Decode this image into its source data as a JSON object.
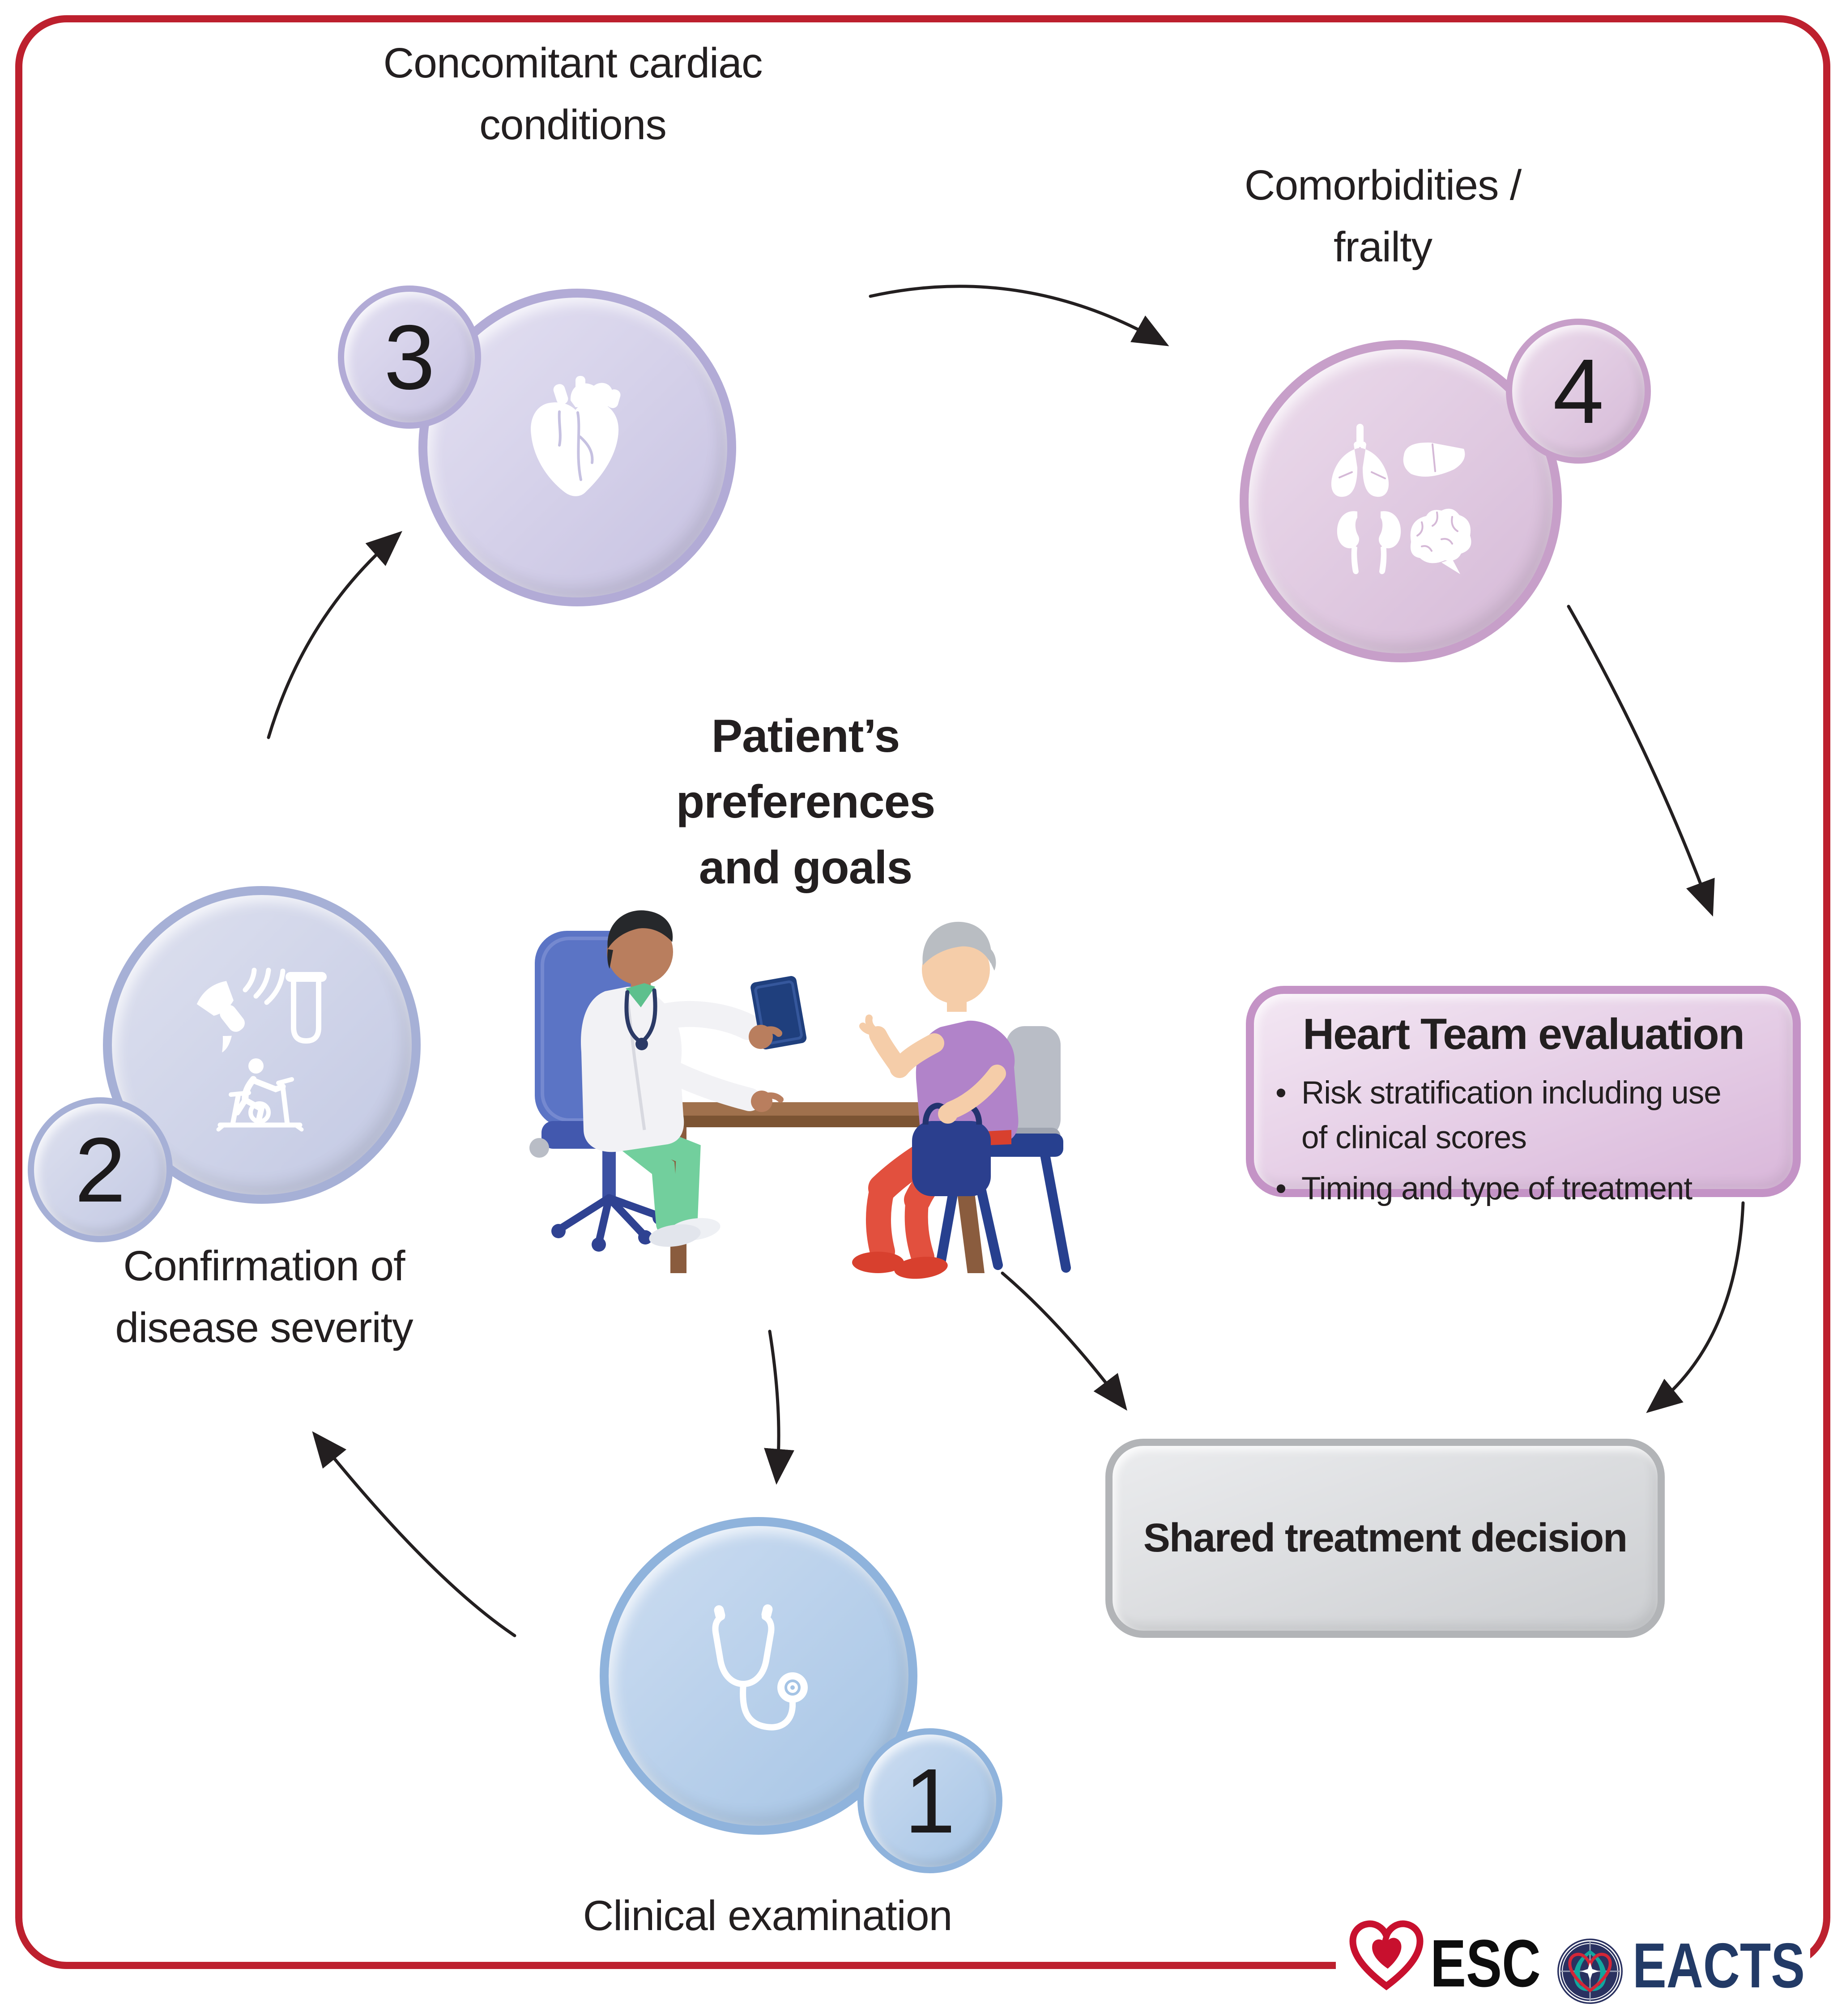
{
  "colors": {
    "border": "#bd202e",
    "ink": "#231f20",
    "step1-rim": "#8fb3dc",
    "step1-light": "#cdddf1",
    "step1-dark": "#a5c4e5",
    "step2-rim": "#a6b0d6",
    "step2-light": "#dee1ef",
    "step2-dark": "#c2c8e3",
    "step3-rim": "#b2abd6",
    "step3-light": "#e4e1f2",
    "step3-dark": "#c6c1e1",
    "step4-rim": "#c79fc9",
    "step4-light": "#ecdcec",
    "step4-dark": "#d5b9d7",
    "ht-border": "#c493c6",
    "ht-light": "#f3e7f3",
    "ht-dark": "#d9b7da",
    "dec-border": "#b2b4b7",
    "dec-light": "#ebecee",
    "dec-dark": "#ccced1",
    "esc-red": "#c8102e",
    "eacts-navy": "#223a66",
    "eacts-teal": "#12a79f",
    "emblem-navy": "#2a3160",
    "arrow": "#231f20"
  },
  "circles": {
    "one": {
      "number": "1",
      "label_lines": [
        "Clinical examination"
      ],
      "icon": "stethoscope-icon"
    },
    "two": {
      "number": "2",
      "label_lines": [
        "Confirmation of",
        "disease severity"
      ],
      "icon": "ultrasound-labs-bike-icons"
    },
    "three": {
      "number": "3",
      "label_lines": [
        "Concomitant cardiac",
        "conditions"
      ],
      "icon": "anatomical-heart-icon"
    },
    "four": {
      "number": "4",
      "label_lines": [
        "Comorbidities /",
        "frailty"
      ],
      "icon": "organs-icons"
    }
  },
  "center": {
    "title_lines": [
      "Patient’s",
      "preferences",
      "and goals"
    ]
  },
  "heart_team": {
    "title": "Heart Team evaluation",
    "bullet_glyph": "•",
    "bullet_1_lines": [
      "Risk stratification including use",
      "of clinical scores"
    ],
    "bullet_2": "Timing and type of treatment"
  },
  "decision": {
    "label": "Shared treatment decision"
  },
  "logos": {
    "esc_text": "ESC",
    "eacts_text": "EACTS"
  }
}
